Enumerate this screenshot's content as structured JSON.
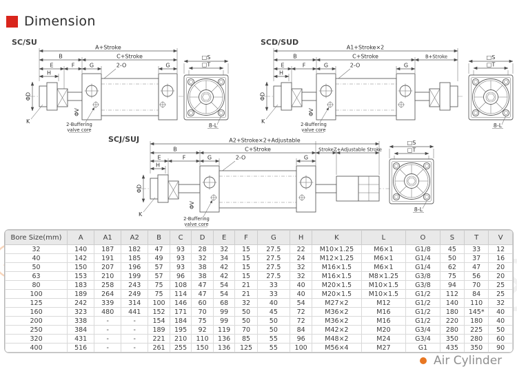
{
  "header": {
    "title": "Dimension"
  },
  "footer": {
    "label": "Air Cylinder"
  },
  "colors": {
    "accent_red": "#d9251c",
    "footer_bullet": "#e87722",
    "table_header_bg": "#e9e9e9"
  },
  "diagrams": [
    {
      "title": "SC/SU",
      "labels": {
        "a": "A+Stroke",
        "b": "B",
        "c": "C+Stroke",
        "e": "E",
        "f": "F",
        "g": "G",
        "g2": "G",
        "h": "H",
        "ports": "2-O",
        "bore": "ΦD",
        "rod": "ΦV",
        "k": "K",
        "buffer1": "2-Buffering",
        "buffer2": "valve core",
        "s": "□S",
        "t": "□T",
        "bolts": "8-L"
      }
    },
    {
      "title": "SCD/SUD",
      "labels": {
        "a": "A1+Stroke×2",
        "b": "B",
        "c": "C+Stroke",
        "b2": "B+Stroke",
        "e": "E",
        "f": "F",
        "g": "G",
        "g2": "G",
        "h": "H",
        "ports": "2-O",
        "bore": "ΦD",
        "rod": "ΦV",
        "k": "K",
        "buffer1": "2-Buffering",
        "buffer2": "valve core",
        "s": "□S",
        "t": "□T",
        "bolts": "8-L"
      }
    },
    {
      "title": "SCJ/SUJ",
      "labels": {
        "a": "A2+Stroke×2+Adjustable",
        "b": "B",
        "c": "C+Stroke",
        "stroke": "Stroke",
        "z": "Z+Adjustable Stroke",
        "e": "E",
        "f": "F",
        "g": "G",
        "g2": "G",
        "h": "H",
        "ports": "2-O",
        "bore": "ΦD",
        "rod": "ΦV",
        "k": "K",
        "buffer1": "2-Buffering",
        "buffer2": "valve core",
        "s": "□S",
        "t": "□T",
        "bolts": "8-L"
      }
    }
  ],
  "table": {
    "columns": [
      "Bore Size(mm)",
      "A",
      "A1",
      "A2",
      "B",
      "C",
      "D",
      "E",
      "F",
      "G",
      "H",
      "K",
      "L",
      "O",
      "S",
      "T",
      "V"
    ],
    "rows": [
      [
        "32",
        "140",
        "187",
        "182",
        "47",
        "93",
        "28",
        "32",
        "15",
        "27.5",
        "22",
        "M10×1.25",
        "M6×1",
        "G1/8",
        "45",
        "33",
        "12"
      ],
      [
        "40",
        "142",
        "191",
        "185",
        "49",
        "93",
        "32",
        "34",
        "15",
        "27.5",
        "24",
        "M12×1.25",
        "M6×1",
        "G1/4",
        "50",
        "37",
        "16"
      ],
      [
        "50",
        "150",
        "207",
        "196",
        "57",
        "93",
        "38",
        "42",
        "15",
        "27.5",
        "32",
        "M16×1.5",
        "M6×1",
        "G1/4",
        "62",
        "47",
        "20"
      ],
      [
        "63",
        "153",
        "210",
        "199",
        "57",
        "96",
        "38",
        "42",
        "15",
        "27.5",
        "32",
        "M16×1.5",
        "M8×1.25",
        "G3/8",
        "75",
        "56",
        "20"
      ],
      [
        "80",
        "183",
        "258",
        "243",
        "75",
        "108",
        "47",
        "54",
        "21",
        "33",
        "40",
        "M20×1.5",
        "M10×1.5",
        "G3/8",
        "94",
        "70",
        "25"
      ],
      [
        "100",
        "189",
        "264",
        "249",
        "75",
        "114",
        "47",
        "54",
        "21",
        "33",
        "40",
        "M20×1.5",
        "M10×1.5",
        "G1/2",
        "112",
        "84",
        "25"
      ],
      [
        "125",
        "242",
        "339",
        "314",
        "100",
        "146",
        "60",
        "68",
        "32",
        "40",
        "54",
        "M27×2",
        "M12",
        "G1/2",
        "140",
        "110",
        "32"
      ],
      [
        "160",
        "323",
        "480",
        "441",
        "152",
        "171",
        "70",
        "99",
        "50",
        "45",
        "72",
        "M36×2",
        "M16",
        "G1/2",
        "180",
        "145*",
        "40"
      ],
      [
        "200",
        "338",
        "-",
        "-",
        "154",
        "184",
        "75",
        "99",
        "50",
        "50",
        "72",
        "M36×2",
        "M16",
        "G1/2",
        "220",
        "180",
        "40"
      ],
      [
        "250",
        "384",
        "-",
        "-",
        "189",
        "195",
        "92",
        "119",
        "70",
        "50",
        "84",
        "M42×2",
        "M20",
        "G3/4",
        "280",
        "225",
        "50"
      ],
      [
        "320",
        "431",
        "-",
        "-",
        "221",
        "210",
        "110",
        "136",
        "85",
        "55",
        "96",
        "M48×2",
        "M24",
        "G3/4",
        "350",
        "280",
        "60"
      ],
      [
        "400",
        "516",
        "-",
        "-",
        "261",
        "255",
        "150",
        "136",
        "125",
        "55",
        "100",
        "M56×4",
        "M27",
        "G1",
        "435",
        "350",
        "90"
      ]
    ]
  }
}
